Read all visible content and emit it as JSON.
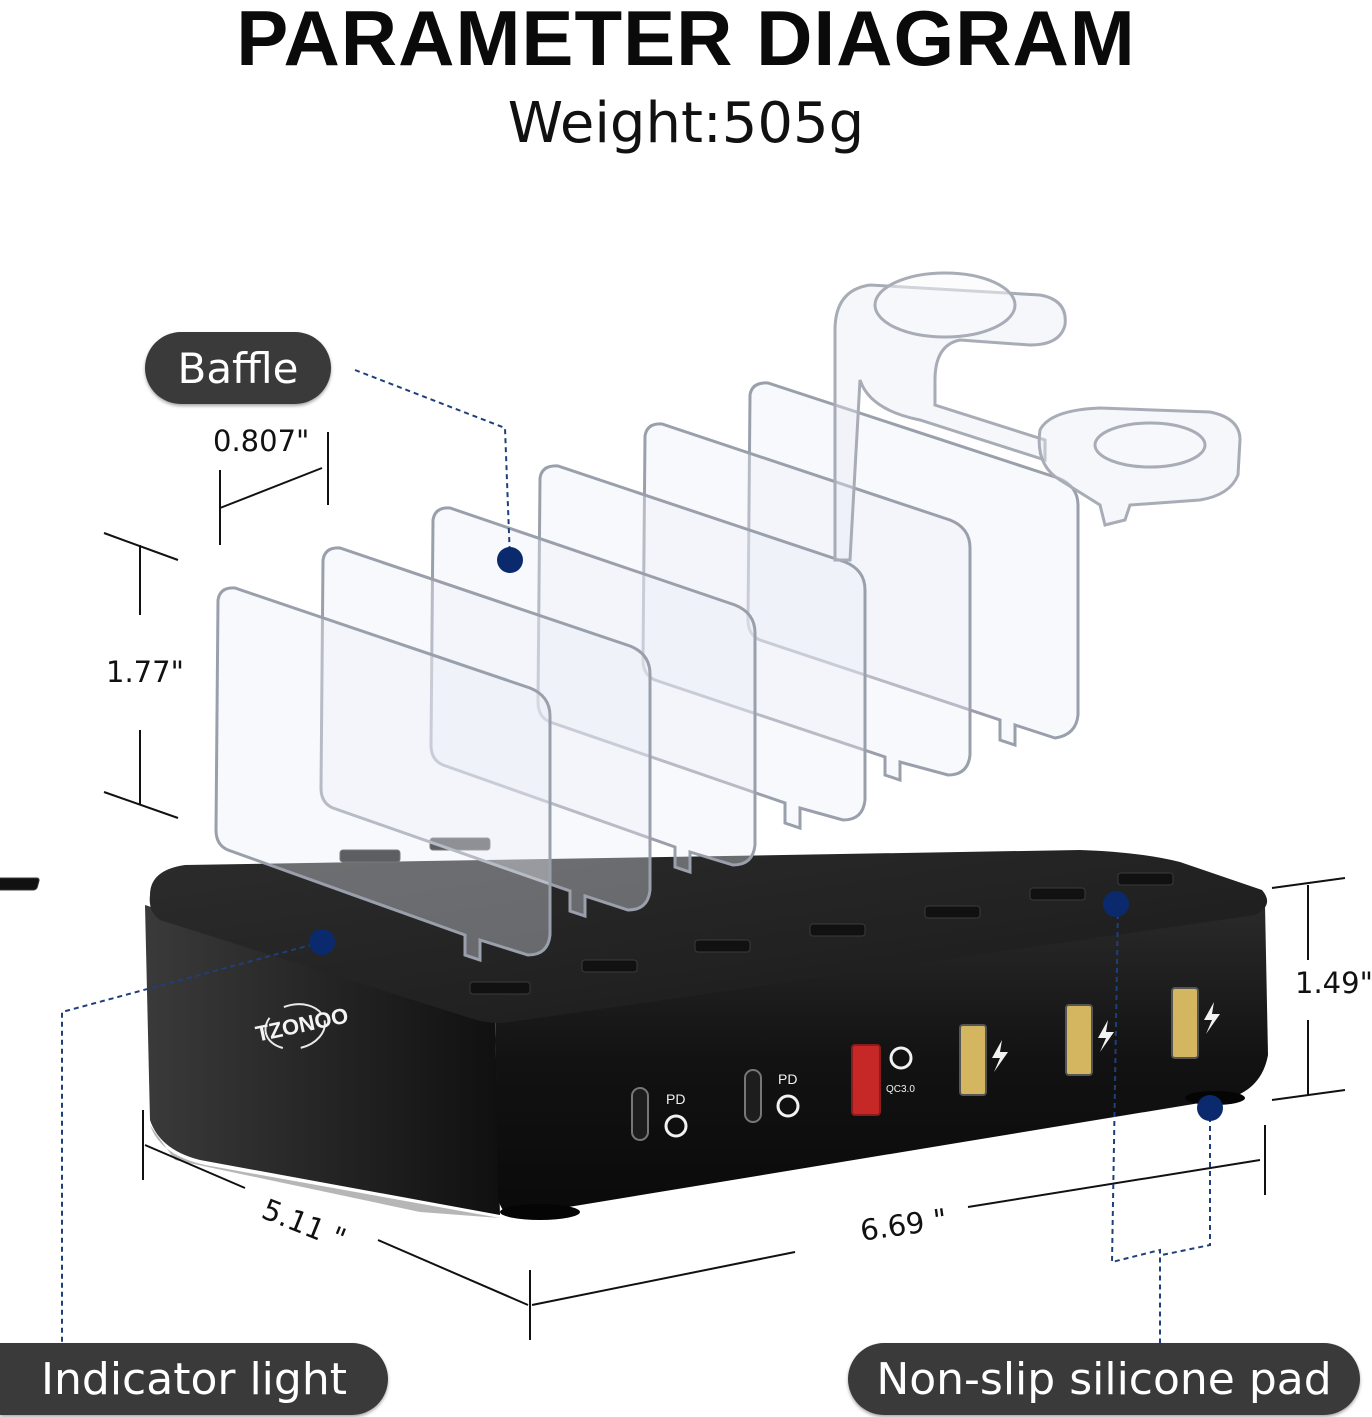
{
  "header": {
    "title": "PARAMETER DIAGRAM",
    "weight_label": "Weight:505g"
  },
  "callouts": {
    "baffle": "Baffle",
    "indicator_light": "Indicator light",
    "silicone_pad": "Non-slip silicone pad"
  },
  "dimensions": {
    "baffle_thickness": "0.807\"",
    "baffle_height": "1.77\"",
    "base_height": "1.49\"",
    "base_depth": "5.11 \"",
    "base_width": "6.69 \""
  },
  "device": {
    "brand": "TZONOO",
    "port_labels": [
      "PD",
      "PD",
      "QC3.0"
    ],
    "colors": {
      "body": "#141414",
      "top": "#232323",
      "accent_dot": "#0b2a6e",
      "qc_port": "#c62828",
      "usb_port": "#d4b560"
    }
  }
}
